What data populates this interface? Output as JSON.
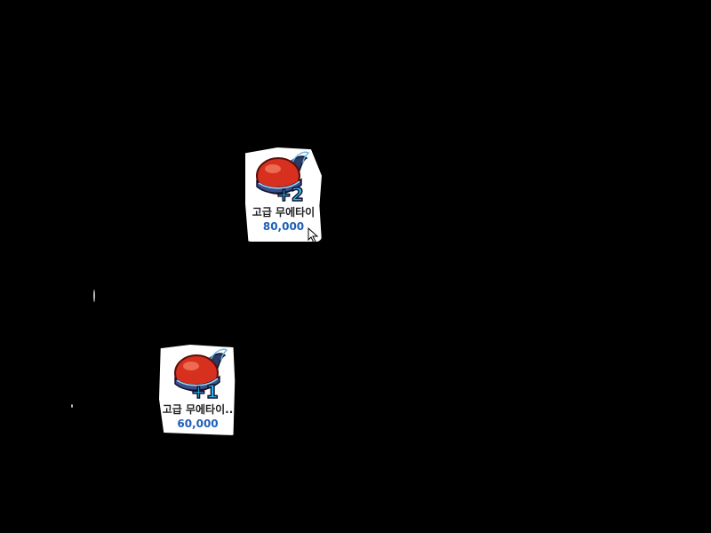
{
  "items": [
    {
      "name": "고급 무에타이",
      "price": "80,000",
      "badge": "+2",
      "icon": "red-helmet-icon"
    },
    {
      "name": "고급 무에타이..",
      "price": "60,000",
      "badge": "+1",
      "icon": "red-helmet-icon"
    }
  ],
  "colors": {
    "helmet": "#d7301f",
    "badge_fill": "#35b8f0",
    "price": "#1e5fb8",
    "background": "#000000"
  }
}
